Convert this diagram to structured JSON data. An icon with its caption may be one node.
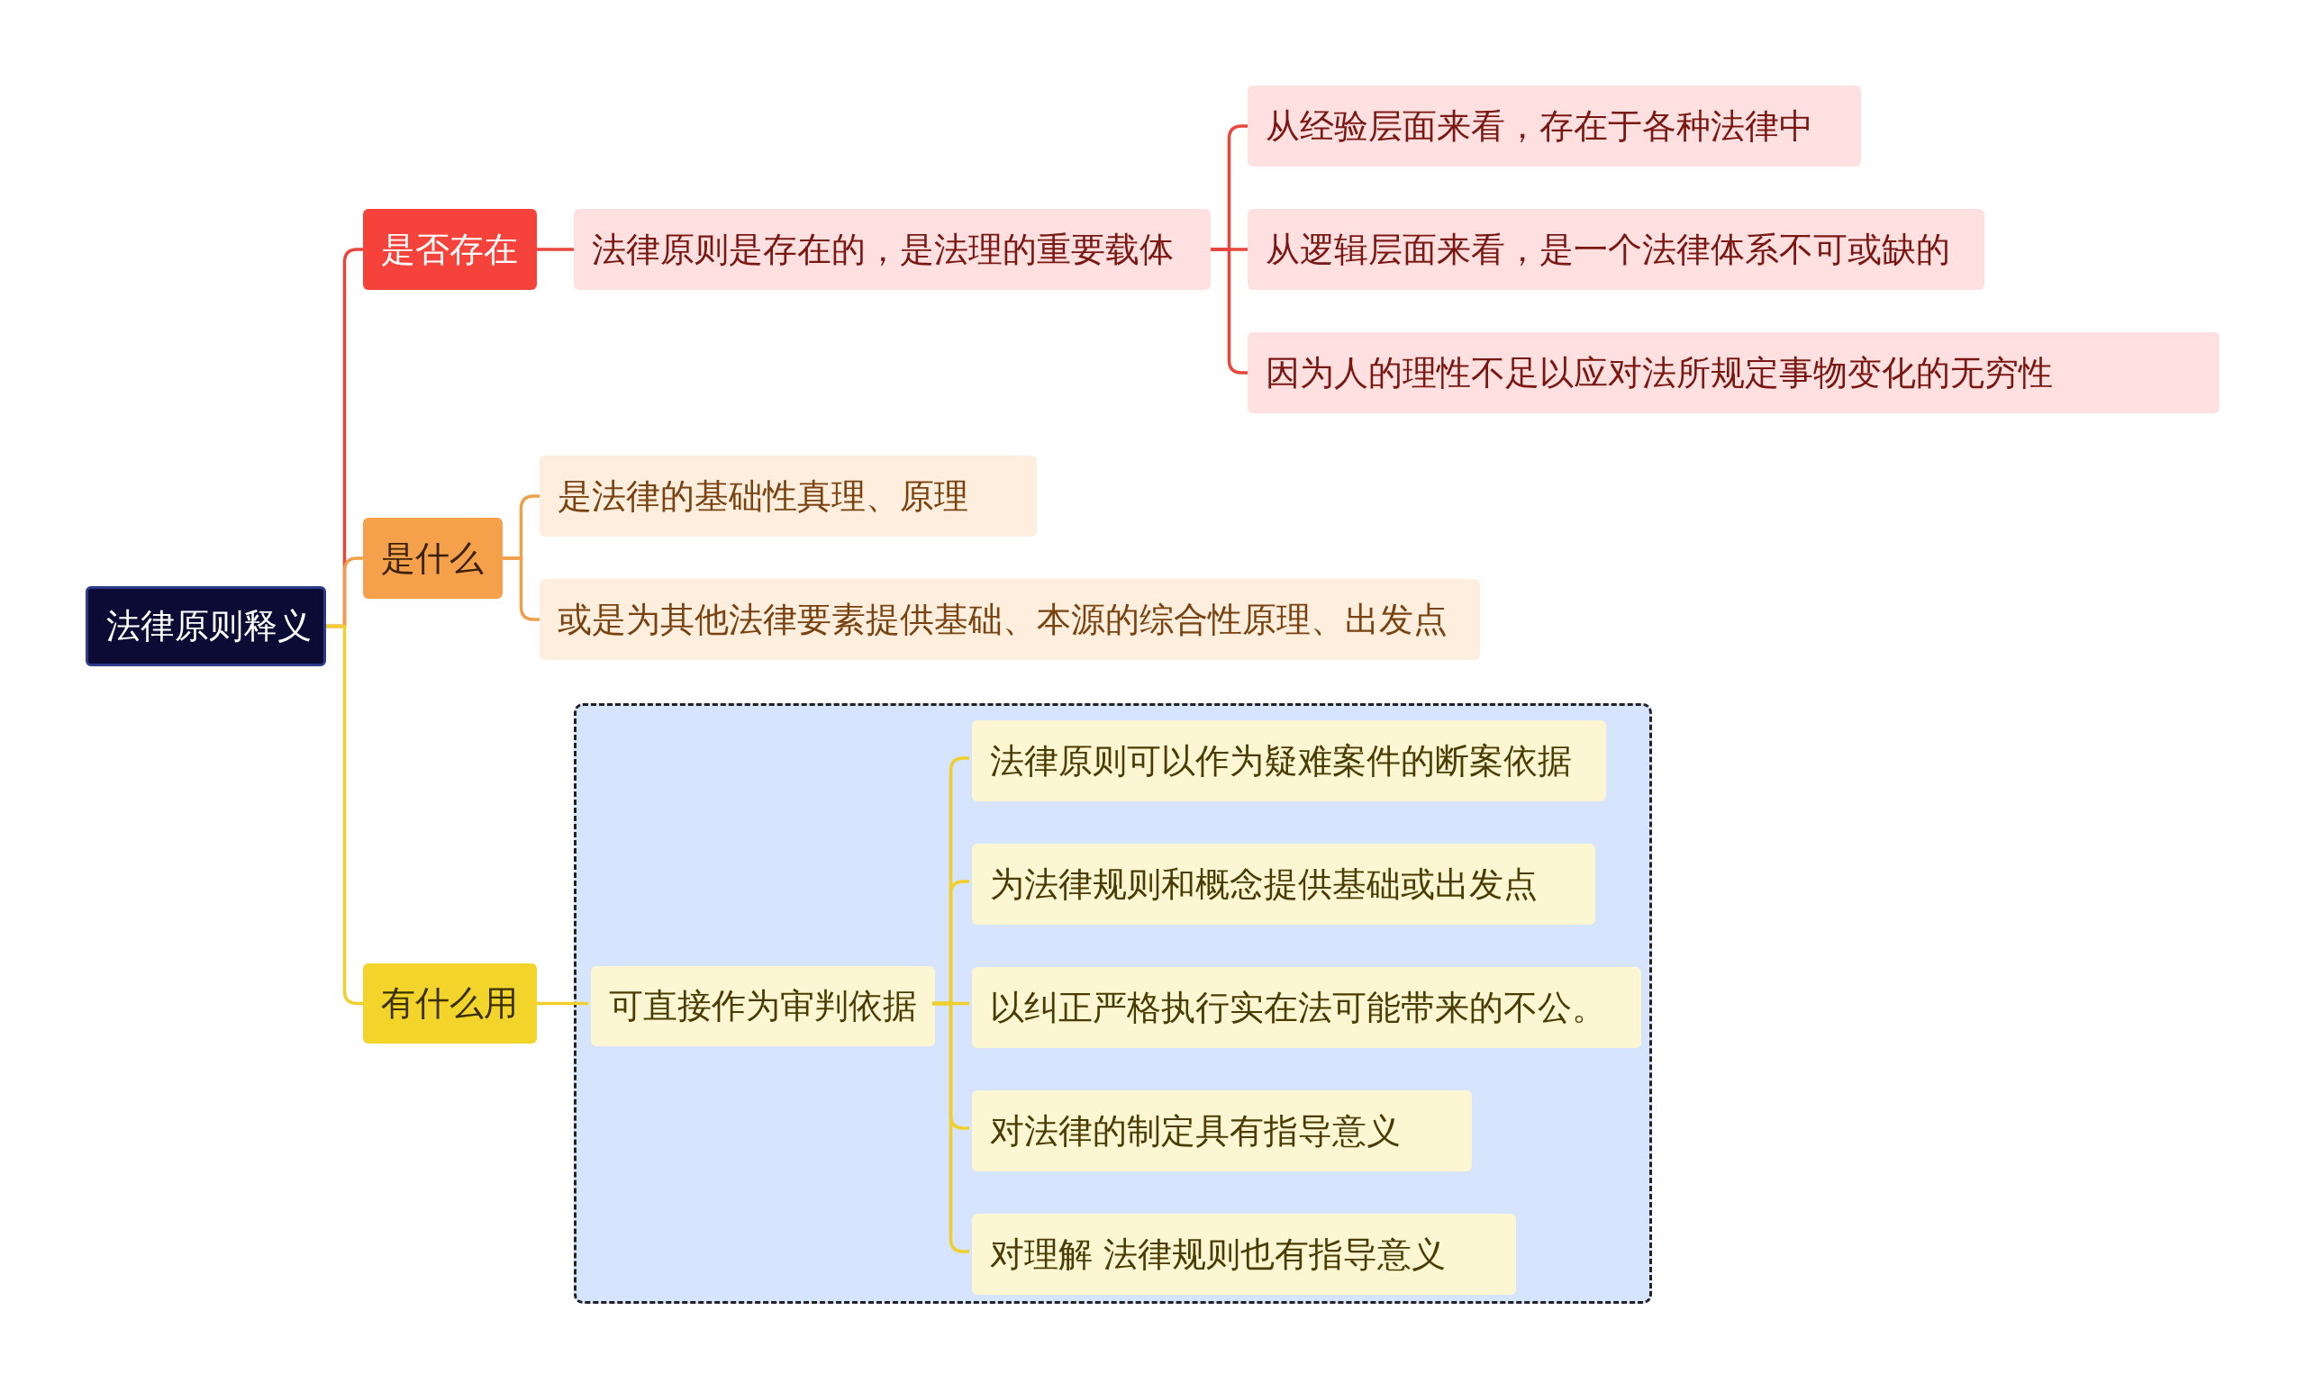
{
  "diagram": {
    "nodes": [
      {
        "text": [
          "法律原则释义"
        ]
      },
      {
        "text": [
          "是否存在"
        ]
      },
      {
        "text": [
          "法律原则是存在的，是法理的重要载体"
        ]
      },
      {
        "text": [
          "从经验层面来看，存在于各种法律中"
        ]
      },
      {
        "text": [
          "从逻辑层面来看，是一个法律体系不可或缺的"
        ]
      },
      {
        "text": [
          "因为人的理性不足以应对法所规定事物变化的无穷性"
        ]
      },
      {
        "text": [
          "是什么"
        ]
      },
      {
        "text": [
          "是法律的基础性真理、原理"
        ]
      },
      {
        "text": [
          "或是为其他法律要素提供基础、本源的综合性原理、出发点"
        ]
      },
      {
        "text": [
          "有什么用"
        ]
      },
      {
        "text": [],
        "shape": "box"
      },
      {
        "text": [
          "可直接作为审判依据"
        ],
        "in": 10
      },
      {
        "text": [
          "法律原则可以作为疑难案件的断案依据"
        ],
        "in": 10
      },
      {
        "text": [
          "为法律规则和概念提供基础或出发点"
        ],
        "in": 10
      },
      {
        "text": [
          "以纠正严格执行实在法可能带来的不公。"
        ],
        "in": 10
      },
      {
        "text": [
          "对法律的制定具有指导意义"
        ],
        "in": 10
      },
      {
        "text": [
          "对理解 法律规则也有指导意义"
        ],
        "in": 10
      }
    ],
    "edges": [
      {
        "from": 0,
        "to": 1,
        "arrow": "none",
        "color": "#e8463d"
      },
      {
        "from": 0,
        "to": 6,
        "arrow": "none",
        "color": "#f0a04b"
      },
      {
        "from": 0,
        "to": 9,
        "arrow": "none"
      },
      {
        "from": 1,
        "to": 2,
        "arrow": "none",
        "color": "#e8463d"
      },
      {
        "from": 2,
        "to": 3,
        "arrow": "none",
        "color": "#e8463d"
      },
      {
        "from": 2,
        "to": 4,
        "arrow": "none",
        "color": "#e8463d"
      },
      {
        "from": 2,
        "to": 5,
        "arrow": "none",
        "color": "#e8463d"
      },
      {
        "from": 6,
        "to": 7,
        "arrow": "none",
        "color": "#f0a04b"
      },
      {
        "from": 6,
        "to": 8,
        "arrow": "none",
        "color": "#f0a04b"
      },
      {
        "from": 9,
        "to": 11,
        "arrow": "none"
      },
      {
        "from": 11,
        "to": 12,
        "arrow": "none"
      },
      {
        "from": 11,
        "to": 13,
        "arrow": "none"
      },
      {
        "from": 11,
        "to": 14,
        "arrow": "none"
      },
      {
        "from": 11,
        "to": 15,
        "arrow": "none"
      },
      {
        "from": 11,
        "to": 16,
        "arrow": "none"
      }
    ]
  }
}
